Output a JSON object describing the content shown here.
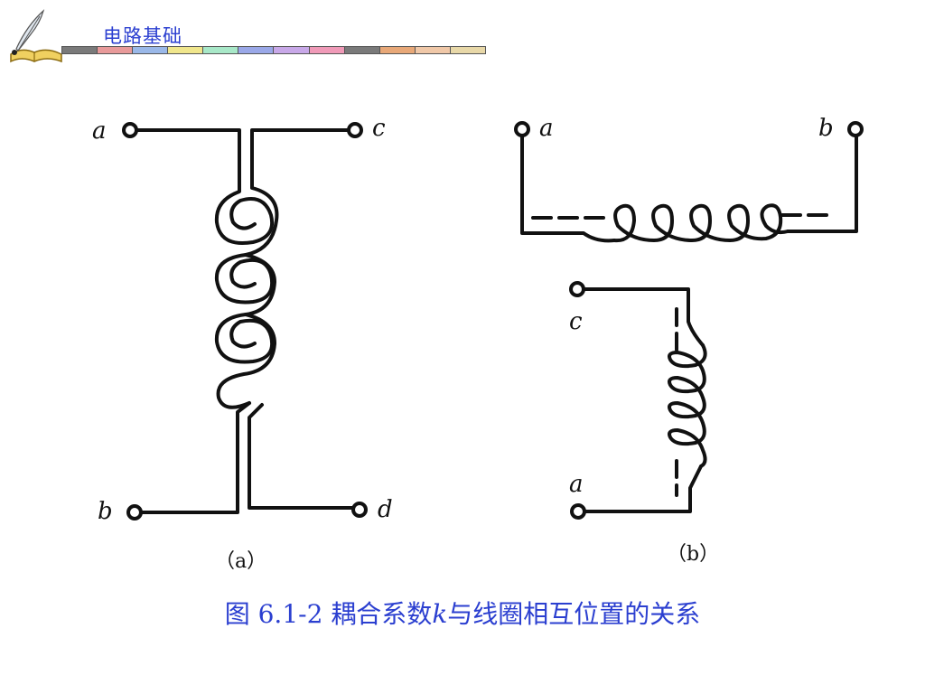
{
  "header": {
    "title": "电路基础",
    "stripe_colors": [
      "#7a7a7a",
      "#e89a9a",
      "#9ab8e8",
      "#f0e68c",
      "#a8e8c8",
      "#9aa8e8",
      "#c8a8e8",
      "#f09ab8",
      "#7a7a7a",
      "#e8a878",
      "#f0c8a8",
      "#e8d8a8"
    ]
  },
  "figure": {
    "panel_a": {
      "terminal_a": "a",
      "terminal_c": "c",
      "terminal_b": "b",
      "terminal_d": "d",
      "label": "（a）"
    },
    "panel_b": {
      "terminal_a_top": "a",
      "terminal_b_top": "b",
      "terminal_c": "c",
      "terminal_a_bottom": "a",
      "label": "（b）"
    }
  },
  "caption": {
    "prefix": "图 6.1-2 耦合系数",
    "k": "k",
    "suffix": "与线圈相互位置的关系"
  },
  "colors": {
    "accent": "#2b3fd0",
    "ink": "#111111"
  }
}
